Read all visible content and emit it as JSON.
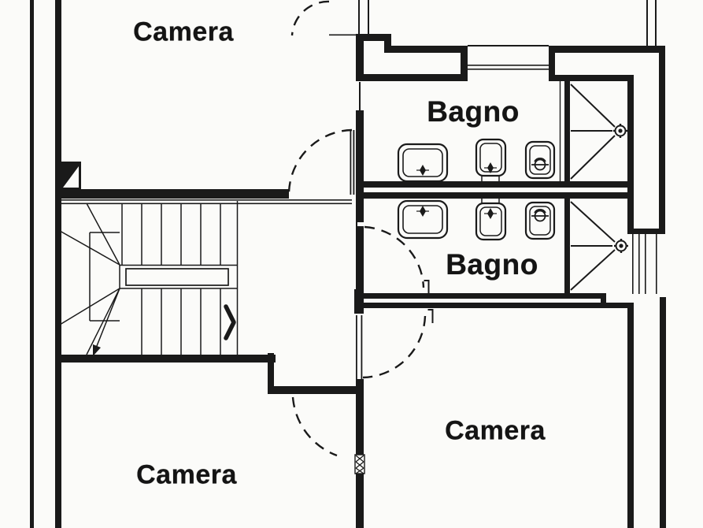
{
  "document": {
    "type": "floor-plan",
    "background": "#fbfbf9",
    "ink": "#1a1a1a"
  },
  "rooms": [
    {
      "id": "camera-top-left",
      "label": "Camera"
    },
    {
      "id": "bagno-top",
      "label": "Bagno"
    },
    {
      "id": "bagno-middle",
      "label": "Bagno"
    },
    {
      "id": "camera-bottom-right",
      "label": "Camera"
    },
    {
      "id": "camera-bottom-left",
      "label": "Camera"
    }
  ],
  "fixtures": [
    {
      "id": "washbasin-top",
      "name": "washbasin"
    },
    {
      "id": "wc-top",
      "name": "wc"
    },
    {
      "id": "bidet-top",
      "name": "bidet"
    },
    {
      "id": "shower-top",
      "name": "shower"
    },
    {
      "id": "washbasin-bottom",
      "name": "washbasin"
    },
    {
      "id": "wc-bottom",
      "name": "wc"
    },
    {
      "id": "bidet-bottom",
      "name": "bidet"
    },
    {
      "id": "shower-bottom",
      "name": "shower"
    },
    {
      "id": "staircase",
      "name": "staircase"
    }
  ]
}
